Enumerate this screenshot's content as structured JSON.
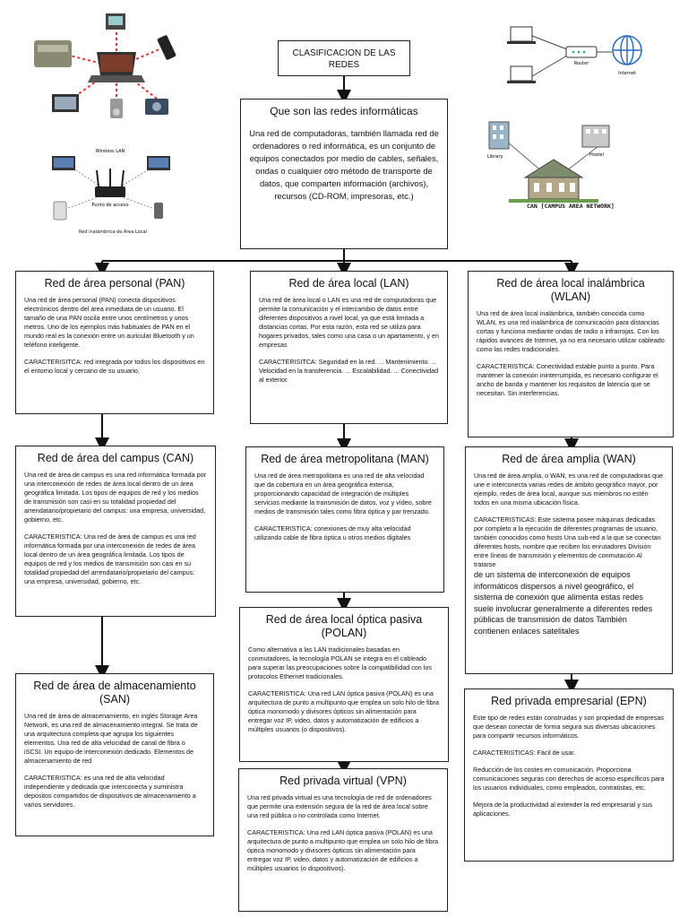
{
  "title": "CLASIFICACION DE LAS REDES",
  "intro": {
    "heading": "Que son las redes informáticas",
    "text": "Una red de computadoras, también llamada red de ordenadores o red informática, es un conjunto de equipos conectados por medio de cables, señales, ondas o cualquier otro método de transporte de datos, que comparten información (archivos), recursos (CD-ROM, impresoras, etc.)"
  },
  "illustrations": {
    "wlan_title": "Wireless LAN",
    "access_point": "Punto de acceso",
    "wlan_caption": "Red inalámbrica de Área Local",
    "router_label": "Router",
    "internet_label": "Internet",
    "library_label": "Library",
    "hostel_label": "Hostel",
    "can_caption": "CAN [CAMPUS AREA NETWORK]"
  },
  "boxes": {
    "pan": {
      "title": "Red de área personal (PAN)",
      "desc": "Una red de área personal (PAN) conecta dispositivos electrónicos dentro del área inmediata de un usuario. El tamaño de una PAN oscila entre unos centímetros y unos metros. Uno de los ejemplos más habituales de PAN en el mundo real es la conexión entre un auricular Bluetooth y un teléfono inteligente.",
      "feat": "CARACTERISITCA: red integrada por todos los dispositivos en el entorno local y cercano de su usuario,"
    },
    "lan": {
      "title": "Red de área local (LAN)",
      "desc": "Una red de área local o LAN es una red de computadoras que permite la comunicación y el intercambio de datos entre diferentes dispositivos a nivel local, ya que está limitada a distancias cortas. Por esta razón, esta red se utiliza para hogares privados, tales como una casa o un apartamento, y en empresas",
      "feat": "CARACTERISITCA: Seguridad en la red. ... Mantenimiento. ... Velocidad en la transferencia. ... Escalabilidad. ... Conectividad al exterior."
    },
    "wlan": {
      "title": "Red de área local inalámbrica (WLAN)",
      "desc": "Una red de área local inalámbrica, también conocida como WLAN, es una red inalámbrica de comunicación para distancias cortas y funciona mediante ondas de radio o infrarrojas. Con los rápidos avances de Internet, ya no era necesario utilizar cableado como las redes tradicionales.",
      "feat": "CARACTERISTICA: Conectividad estable punto a punto. Para mantener la conexión ininterrumpida, es necesario configurar el ancho de banda y mantener los requisitos de latencia que se necesitan. Sin interferencias."
    },
    "can": {
      "title": "Red de área del campus (CAN)",
      "desc": "Una red de área de campus es una red informática formada por una interconexión de redes de área local dentro de un área geográfica limitada. Los tipos de equipos de red y los medios de transmisión son casi en su totalidad propiedad del arrendatario/propietario del campus: una empresa, universidad, gobierno, etc.",
      "feat": "CARACTERISTICA:  Una red de área de campus es una red informática formada por una interconexión de redes de área local dentro de un área geográfica limitada. Los tipos de equipos de red y los medios de transmisión son casi en su totalidad propiedad del arrendatario/propietario del campus: una empresa, universidad, gobierno, etc."
    },
    "man": {
      "title": "Red de área metropolitana (MAN)",
      "desc": "Una red de área metropolitana es una red de alta velocidad que da cobertura en un área geográfica extensa, proporcionando capacidad de integración de múltiples servicios mediante la transmisión de datos, voz y vídeo, sobre medios de transmisión tales como fibra óptica y par trenzado.",
      "feat": "CARACTERISTICA: conexiones de muy alta velocidad utilizando cable de fibra óptica u otros medios digitales"
    },
    "wan": {
      "title": "Red de área amplia (WAN)",
      "desc": "Una red de área amplia, o WAN, es una red de computadoras que une e interconecta varias redes de ámbito geográfico mayor, por ejemplo, redes de área local, aunque sus miembros no estén todos en una misma ubicación física.",
      "feat": "CARACTERISTICAS: Este sistema posee máquinas dedicadas por completo a la ejecución de diferentes programas de usuario, también conocidos como hosts Una sub-red a la que se conectan diferentes hosts, nombre que reciben los enrutadores  División entre líneas de transmisión y elementos de conmutación Al tratarse",
      "feat2": "de un sistema de interconexión de equipos informáticos dispersos a nivel geográfico, el sistema de conexión que alimenta estas redes suele involucrar generalmente a diferentes redes públicas de transmisión de datos También contienen enlaces satelitales"
    },
    "polan": {
      "title": "Red de área local óptica pasiva (POLAN)",
      "desc": "Como alternativa a las LAN tradicionales basadas en conmutadores, la tecnología POLAN se integra en el cableado para superar las preocupaciones sobre la compatibilidad con los protocolos Ethernet tradicionales.",
      "feat": "CARACTERISTICA: Una red LAN óptica pasiva (POLAN) es una arquitectura de punto a multipunto que emplea un solo hilo de fibra óptica monomodo y divisores ópticos sin alimentación para entregar voz IP, video, datos y automatización de edificios a múltiples usuarios (o dispositivos)."
    },
    "san": {
      "title": "Red de área de almacenamiento (SAN)",
      "desc": "Una red de área de almacenamiento, en inglés Storage Area Network, es una red de almacenamiento integral. Se trata de una arquitectura completa que agrupa los siguientes elementos. Una red de alta velocidad de canal de fibra o iSCSI. Un equipo de interconexión dedicado. Elementos de almacenamiento de red",
      "feat": "CARACTERISTICA: es una red de alta velocidad independiente y dedicada que interconecta y suministra depósitos compartidos de dispositivos de almacenamiento a varios servidores."
    },
    "epn": {
      "title": "Red privada empresarial (EPN)",
      "desc": "Este tipo de redes están construidas y son propiedad de empresas que desean conectar de forma segura sus diversas ubicaciones para compartir recursos informáticos.",
      "feat": "CARACTERISTICAS: Fácil de usar.",
      "feat2": "Reducción de los costes en comunicación. Proporciona comunicaciones seguras con derechos de acceso específicos para los usuarios individuales, como empleados, contratistas, etc.",
      "feat3": "Mejora de la productividad al extender la red empresarial y sus aplicaciones."
    },
    "vpn": {
      "title": "Red privada virtual (VPN)",
      "desc": "Una red privada virtual es una tecnología de red de ordenadores que permite una extensión segura de la red de área local sobre una red pública o no controlada como Internet.",
      "feat": "CARACTERISTICA: Una red LAN óptica pasiva (POLAN) es una arquitectura de punto a multipunto que emplea un solo hilo de fibra óptica monomodo y divisores ópticos sin alimentación para entregar voz IP, video, datos y automatización de edificios a múltiples usuarios (o dispositivos)."
    }
  }
}
